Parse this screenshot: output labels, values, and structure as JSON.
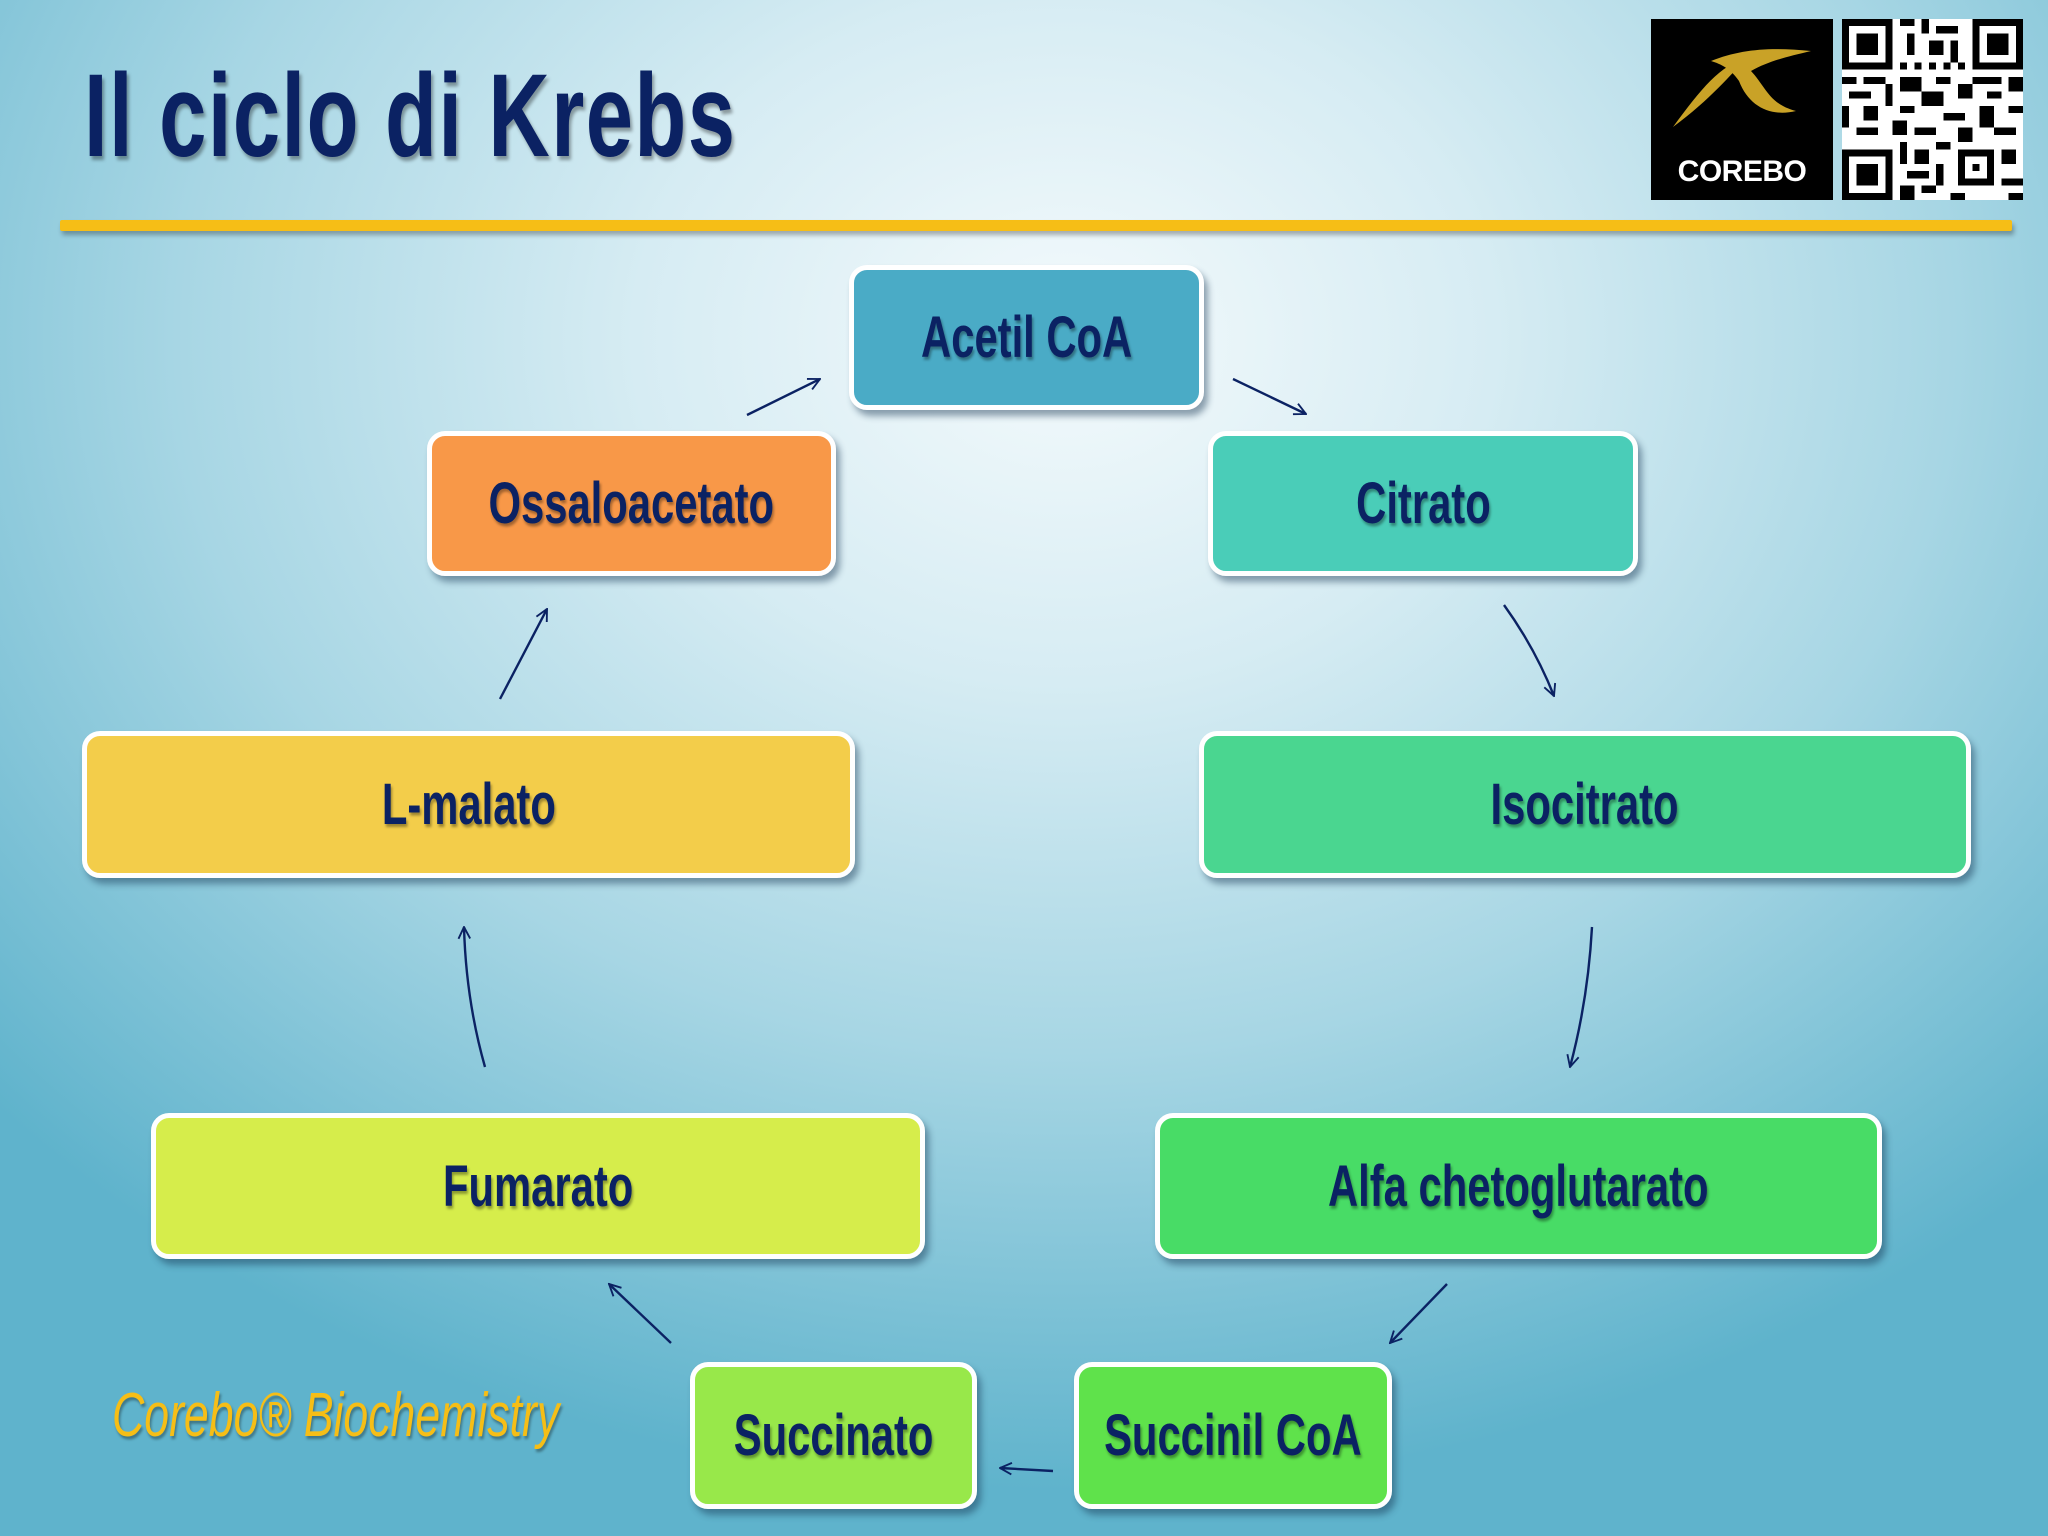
{
  "title": "Il ciclo di Krebs",
  "logo": {
    "brand": "COREBO",
    "registered": "®",
    "qr_code": "qr-code"
  },
  "colors": {
    "title_text": "#0b2263",
    "rule": "#f6be16",
    "footer_text": "#f6be16",
    "node_text": "#0b2263",
    "arrow": "#0b2263"
  },
  "nodes": [
    {
      "id": "acetil-coa",
      "label": "Acetil  CoA",
      "color": "#4aabc6"
    },
    {
      "id": "citrato",
      "label": "Citrato",
      "color": "#4acdb8"
    },
    {
      "id": "isocitrato",
      "label": "Isocitrato",
      "color": "#4ad690"
    },
    {
      "id": "alfa-chetoglutarato",
      "label": "Alfa  chetoglutarato",
      "color": "#48dc66"
    },
    {
      "id": "succinil-coa",
      "label": "Succinil  CoA",
      "color": "#5fe24b"
    },
    {
      "id": "succinato",
      "label": "Succinato",
      "color": "#98e84a"
    },
    {
      "id": "fumarato",
      "label": "Fumarato",
      "color": "#d6ed4b"
    },
    {
      "id": "l-malato",
      "label": "L-malato",
      "color": "#f3cd4a"
    },
    {
      "id": "ossaloacetato",
      "label": "Ossaloacetato",
      "color": "#f89848"
    }
  ],
  "edges": [
    [
      "ossaloacetato",
      "acetil-coa"
    ],
    [
      "acetil-coa",
      "citrato"
    ],
    [
      "citrato",
      "isocitrato"
    ],
    [
      "isocitrato",
      "alfa-chetoglutarato"
    ],
    [
      "alfa-chetoglutarato",
      "succinil-coa"
    ],
    [
      "succinil-coa",
      "succinato"
    ],
    [
      "succinato",
      "fumarato"
    ],
    [
      "fumarato",
      "l-malato"
    ],
    [
      "l-malato",
      "ossaloacetato"
    ]
  ],
  "footer": "Corebo® Biochemistry"
}
